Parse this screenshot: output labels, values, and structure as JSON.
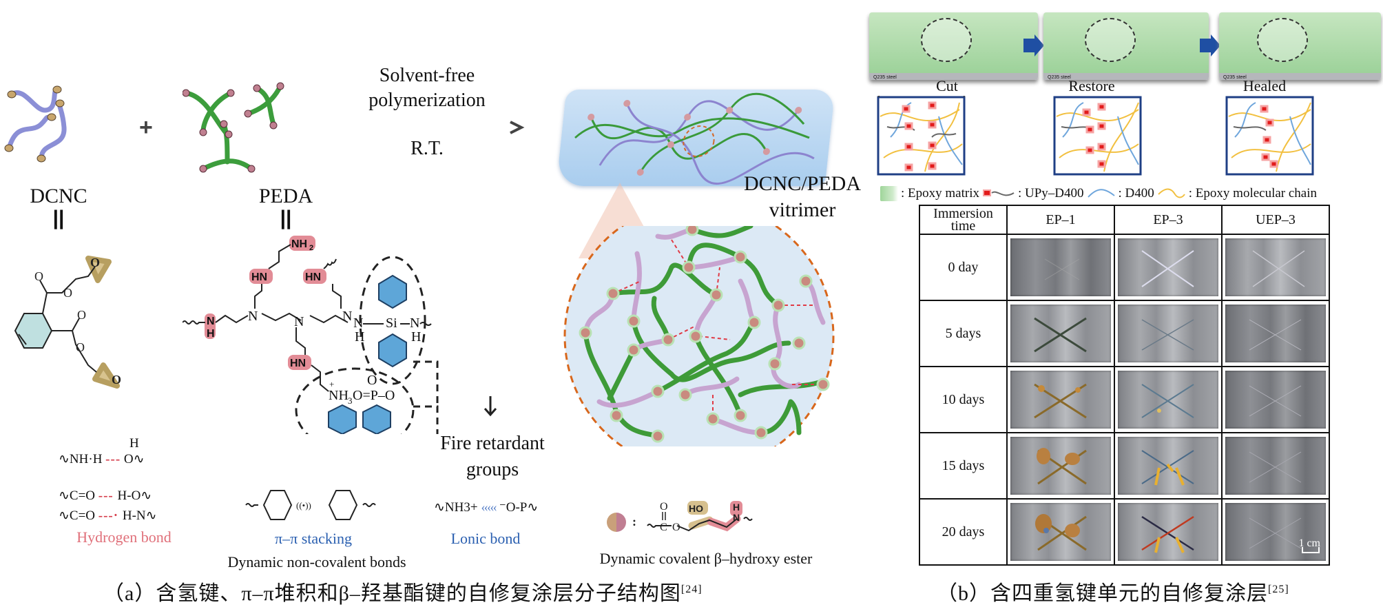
{
  "panel_a": {
    "reactant1": {
      "label": "DCNC",
      "equiv": "||"
    },
    "plus": "+",
    "reactant2": {
      "label": "PEDA",
      "equiv": "||"
    },
    "arrow": {
      "above_line1": "Solvent-free",
      "above_line2": "polymerization",
      "below": "R.T."
    },
    "product": {
      "line1": "DCNC/PEDA",
      "line2": "vitrimer"
    },
    "peda_groups": {
      "nh2": "NH2",
      "hn": "HN",
      "n": "N",
      "nh": "NH",
      "si": "Si",
      "h": "H",
      "phos": "NH3 O=P–O"
    },
    "fire_retardant": {
      "line1": "Fire retardant",
      "line2": "groups"
    },
    "h_bond": {
      "rows": [
        "NH·H --- O (H)",
        "C=O --- H-O",
        "C=O --- H-N"
      ],
      "row1_left": "NH·H",
      "row1_right": "O",
      "row1_top": "H",
      "row2_left": "C=O",
      "row2_right": "H-O",
      "row3_left": "C=O",
      "row3_right": "H-N",
      "label": "Hydrogen bond",
      "color": "#e0707a"
    },
    "pi_stacking": {
      "label": "π–π stacking",
      "color": "#2a5fb0"
    },
    "ionic": {
      "formula_left": "NH3+",
      "formula_right": "⁻O-P",
      "label": "Lonic bond",
      "color": "#2a5fb0"
    },
    "non_covalent_title": "Dynamic non-covalent bonds",
    "covalent": {
      "colon": ":",
      "ho": "HO",
      "nh": "H N",
      "c": "C",
      "o_top": "O",
      "o": "O",
      "label": "Dynamic covalent β–hydroxy ester"
    },
    "caption": {
      "text": "（a）含氢键、π–π堆积和β–羟基酯键的自修复涂层分子结构图",
      "ref": "[24]"
    }
  },
  "panel_b": {
    "stages": [
      {
        "label": "Cut",
        "substrate": "Q235 steel"
      },
      {
        "label": "Restore",
        "substrate": "Q235 steel"
      },
      {
        "label": "Healed",
        "substrate": "Q235 steel"
      }
    ],
    "legend": [
      {
        "label": ": Epoxy matrix",
        "color": "#9fd59a"
      },
      {
        "label": ": UPy–D400",
        "color": "#666666"
      },
      {
        "label": ": D400",
        "color": "#6fa6dc"
      },
      {
        "label": ": Epoxy molecular chain",
        "color": "#f2c040"
      }
    ],
    "table": {
      "header": [
        "Immersion time",
        "EP–1",
        "EP–3",
        "UEP–3"
      ],
      "rows": [
        {
          "time": "0 day",
          "cells": [
            "faint",
            "scratch",
            "scratch"
          ]
        },
        {
          "time": "5 days",
          "cells": [
            "dark-scratch",
            "faint",
            "faint"
          ]
        },
        {
          "time": "10 days",
          "cells": [
            "rust-spots",
            "rust-light",
            "faint"
          ]
        },
        {
          "time": "15 days",
          "cells": [
            "rust-blisters",
            "rust-yellow",
            "faint"
          ]
        },
        {
          "time": "20 days",
          "cells": [
            "rust-blisters",
            "rust-red",
            "faint"
          ]
        }
      ],
      "scale_bar": "1 cm"
    },
    "caption": {
      "text": "（b）含四重氢键单元的自修复涂层",
      "ref": "[25]"
    }
  }
}
